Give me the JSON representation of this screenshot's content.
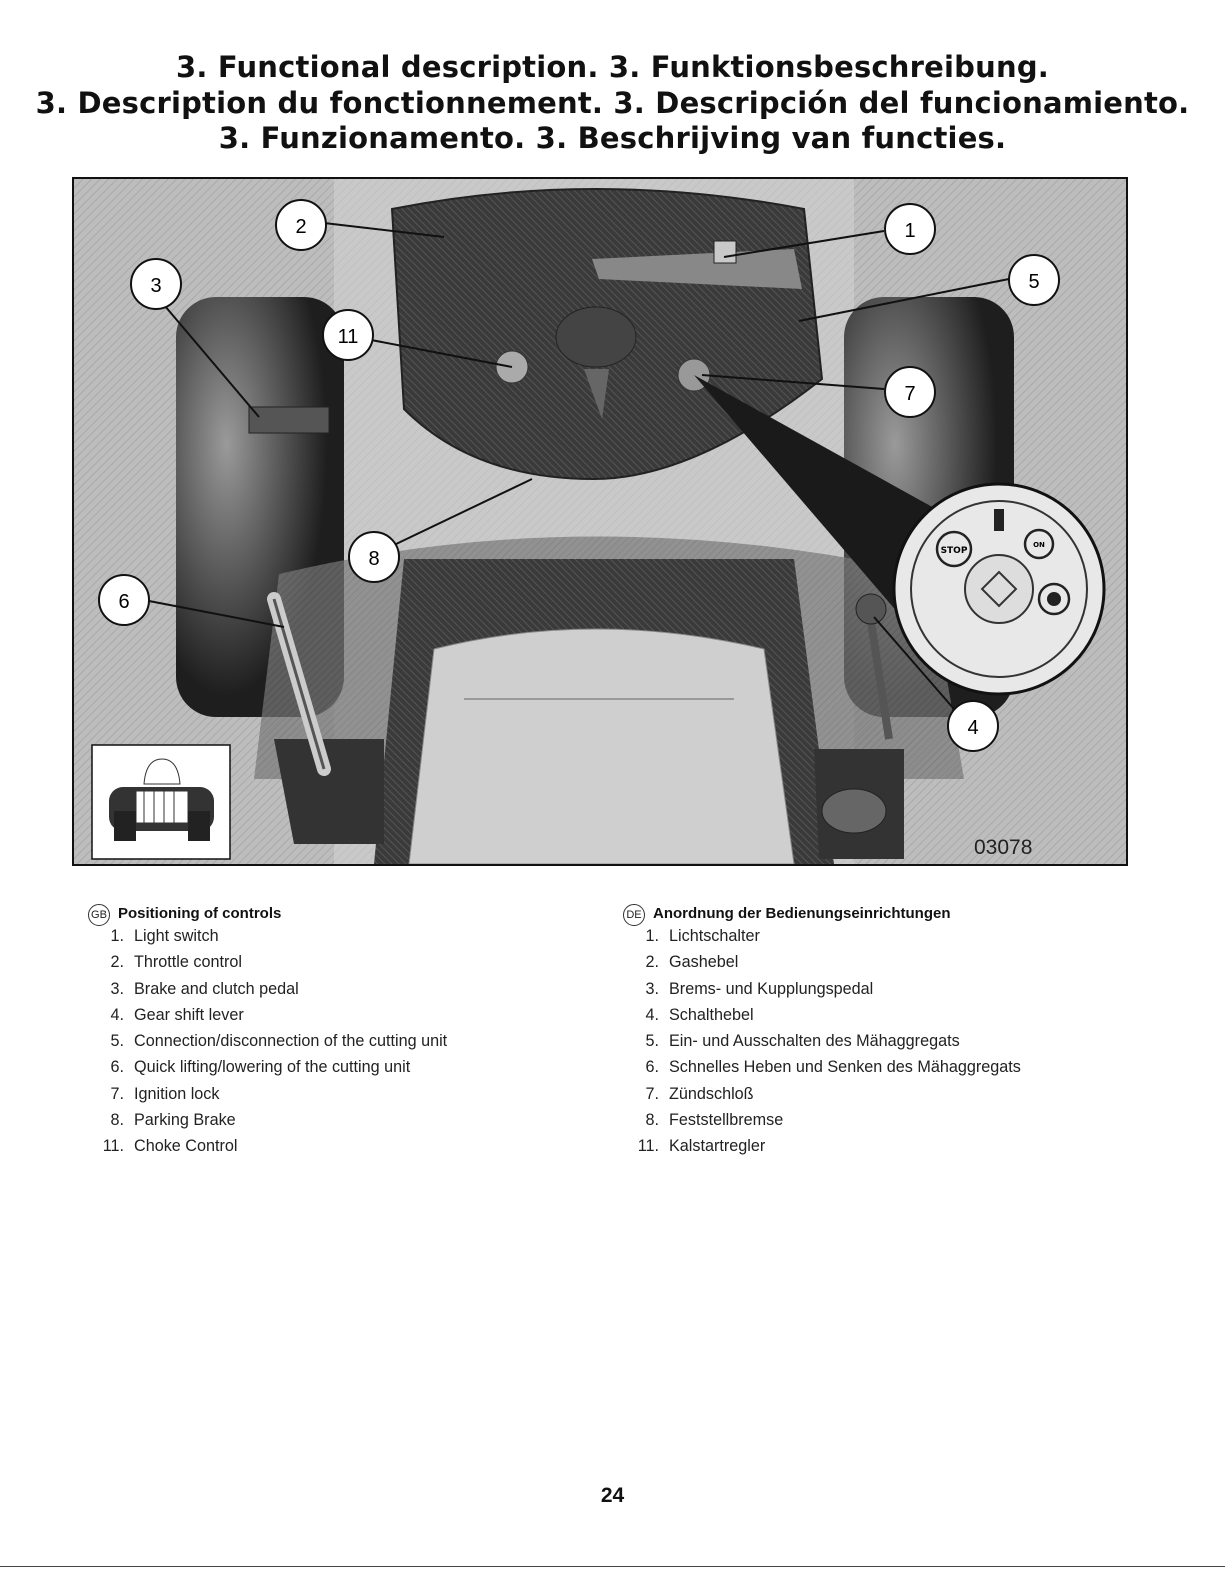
{
  "header": {
    "line1": "3. Functional description.   3. Funktionsbeschreibung.",
    "line2": "3. Description du fonctionnement.  3. Descripción del funcionamiento.",
    "line3": "3. Funzionamento. 3. Beschrijving van functies."
  },
  "figure": {
    "code": "03078",
    "callouts": [
      "1",
      "2",
      "3",
      "4",
      "5",
      "6",
      "7",
      "8",
      "11"
    ],
    "ignition_labels": [
      "STOP",
      "ON"
    ]
  },
  "sections": [
    {
      "lang": "GB",
      "title": "Positioning of controls",
      "items": [
        {
          "num": "1.",
          "text": "Light switch"
        },
        {
          "num": "2.",
          "text": "Throttle control"
        },
        {
          "num": "3.",
          "text": "Brake and clutch pedal"
        },
        {
          "num": "4.",
          "text": "Gear shift  lever"
        },
        {
          "num": "5.",
          "text": "Connection/disconnection of the cutting unit"
        },
        {
          "num": "6.",
          "text": "Quick lifting/lowering  of the cutting unit"
        },
        {
          "num": "7.",
          "text": "Ignition lock"
        },
        {
          "num": "8.",
          "text": "Parking Brake"
        },
        {
          "num": "11.",
          "text": "Choke Control"
        }
      ]
    },
    {
      "lang": "DE",
      "title": "Anordnung der Bedienungseinrichtungen",
      "items": [
        {
          "num": "1.",
          "text": "Lichtschalter"
        },
        {
          "num": "2.",
          "text": "Gashebel"
        },
        {
          "num": "3.",
          "text": "Brems- und Kupplungspedal"
        },
        {
          "num": "4.",
          "text": "Schalthebel"
        },
        {
          "num": "5.",
          "text": "Ein- und Ausschalten des Mähaggregats"
        },
        {
          "num": "6.",
          "text": "Schnelles Heben und Senken des Mähaggregats"
        },
        {
          "num": "7.",
          "text": "Zündschloß"
        },
        {
          "num": "8.",
          "text": "Feststellbremse"
        },
        {
          "num": "11.",
          "text": "Kalstartregler"
        }
      ]
    }
  ],
  "page_number": "24"
}
